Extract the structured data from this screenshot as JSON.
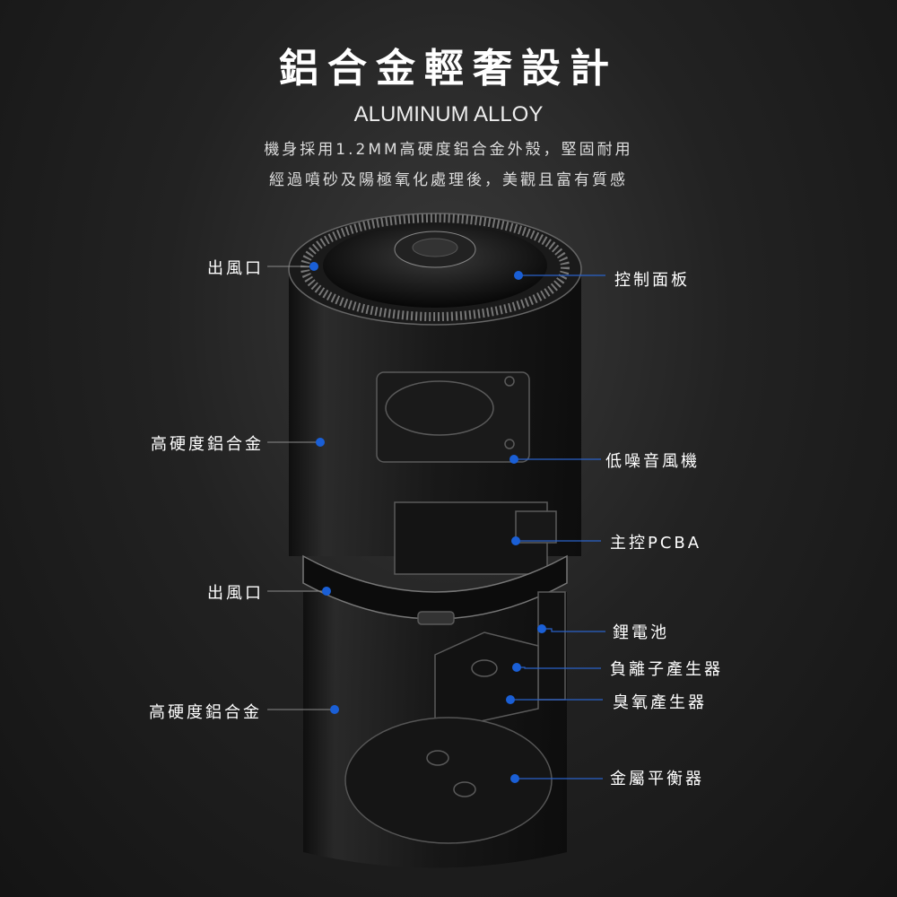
{
  "header": {
    "title": "鋁合金輕奢設計",
    "subtitle": "ALUMINUM ALLOY",
    "description_lines": [
      "機身採用1.2MM高硬度鋁合金外殼，堅固耐用",
      "經過噴砂及陽極氧化處理後，美觀且富有質感"
    ]
  },
  "callouts": {
    "left": [
      {
        "label": "出風口"
      },
      {
        "label": "高硬度鋁合金"
      },
      {
        "label": "出風口"
      },
      {
        "label": "高硬度鋁合金"
      }
    ],
    "right": [
      {
        "label": "控制面板"
      },
      {
        "label": "低噪音風機"
      },
      {
        "label": "主控PCBA"
      },
      {
        "label": "鋰電池"
      },
      {
        "label": "負離子產生器"
      },
      {
        "label": "臭氧產生器"
      },
      {
        "label": "金屬平衡器"
      }
    ]
  },
  "colors": {
    "dot": "#1a5fd6",
    "line_left": "#8a8a8a",
    "line_right": "#2a62c9"
  }
}
